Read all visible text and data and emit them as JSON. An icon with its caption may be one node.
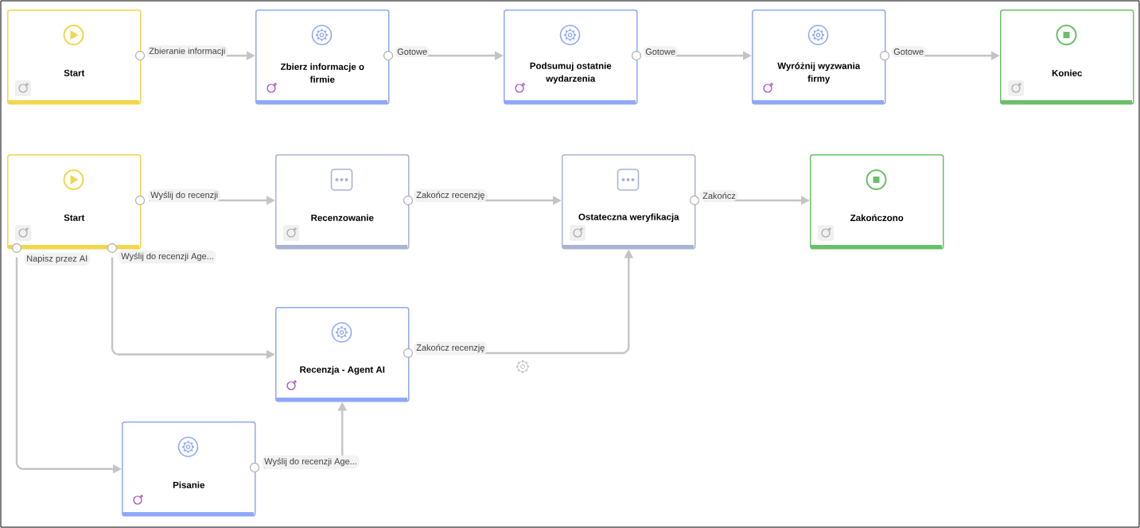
{
  "diagram": {
    "nodes": [
      {
        "text": [
          "Start"
        ]
      },
      {
        "text": [
          "Zbierz informacje o firmie"
        ]
      },
      {
        "text": [
          "Podsumuj ostatnie wydarzenia"
        ]
      },
      {
        "text": [
          "Wyróżnij wyzwania firmy"
        ]
      },
      {
        "text": [
          "Koniec"
        ]
      },
      {
        "text": [
          "Start"
        ]
      },
      {
        "text": [
          "Recenzowanie"
        ]
      },
      {
        "text": [
          "Ostateczna weryfikacja"
        ]
      },
      {
        "text": [
          "Zakończono"
        ]
      },
      {
        "text": [
          "Recenzja - Agent AI"
        ]
      },
      {
        "text": [
          "Pisanie"
        ]
      }
    ],
    "edges": [
      {
        "from": 0,
        "to": 1,
        "arrow": "to",
        "label": "Zbieranie informacji"
      },
      {
        "from": 1,
        "to": 2,
        "arrow": "to",
        "label": "Gotowe"
      },
      {
        "from": 2,
        "to": 3,
        "arrow": "to",
        "label": "Gotowe"
      },
      {
        "from": 3,
        "to": 4,
        "arrow": "to",
        "label": "Gotowe"
      },
      {
        "from": 5,
        "to": 6,
        "arrow": "to",
        "label": "Wyślij do recenzji"
      },
      {
        "from": 6,
        "to": 7,
        "arrow": "to",
        "label": "Zakończ recenzję"
      },
      {
        "from": 7,
        "to": 8,
        "arrow": "to",
        "label": "Zakończ"
      },
      {
        "from": 5,
        "to": 10,
        "arrow": "to",
        "label": "Napisz przez AI"
      },
      {
        "from": 5,
        "to": 9,
        "arrow": "to",
        "label": "Wyślij do recenzji Age..."
      },
      {
        "from": 9,
        "to": 7,
        "arrow": "to",
        "label": "Zakończ recenzję"
      },
      {
        "from": 10,
        "to": 9,
        "arrow": "to",
        "label": "Wyślij do recenzji Age..."
      }
    ]
  }
}
